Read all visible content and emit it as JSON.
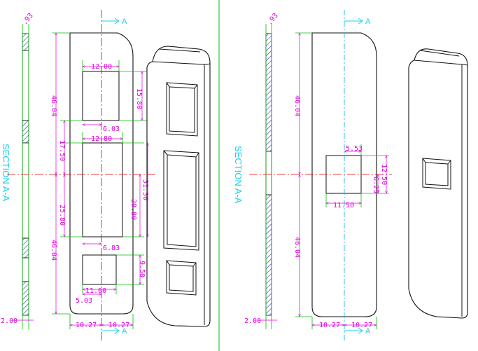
{
  "colors": {
    "outline": "#111111",
    "dimension": "#e000e0",
    "extension": "#00c000",
    "centerline_h": "#e00000",
    "centerline_v": "#18b8e8",
    "section_text": "#18d0e8",
    "divider": "#00c000"
  },
  "left_view": {
    "section_label": "SECTION A-A",
    "section_marker": "A",
    "angle_label": ".93",
    "thickness_label": "2.00",
    "dims": {
      "top_win_width": "12.00",
      "top_win_height": "15.80",
      "top_win_offset": "6.03",
      "mid_win_width": "12.80",
      "mid_win_total": "31.30",
      "mid_win_height": "20.80",
      "mid_win_offset": "6.83",
      "bot_win_height": "9.50",
      "bot_win_width": "11.00",
      "bot_win_offset": "5.03",
      "upper_half": "46.04",
      "lower_half": "46.04",
      "upper_gap": "17.50",
      "lower_gap": "25.80",
      "half_width_left": "10.27",
      "half_width_right": "10.27"
    }
  },
  "right_view": {
    "section_label": "SECTION A-A",
    "section_marker": "A",
    "angle_label": ".93",
    "thickness_label": "2.00",
    "dims": {
      "win_offset": "5.53",
      "win_height": "12.50",
      "win_half_height": "6.25",
      "win_width": "11.50",
      "upper_half": "46.04",
      "lower_half": "46.04",
      "half_width_left": "10.27",
      "half_width_right": "10.27"
    }
  }
}
